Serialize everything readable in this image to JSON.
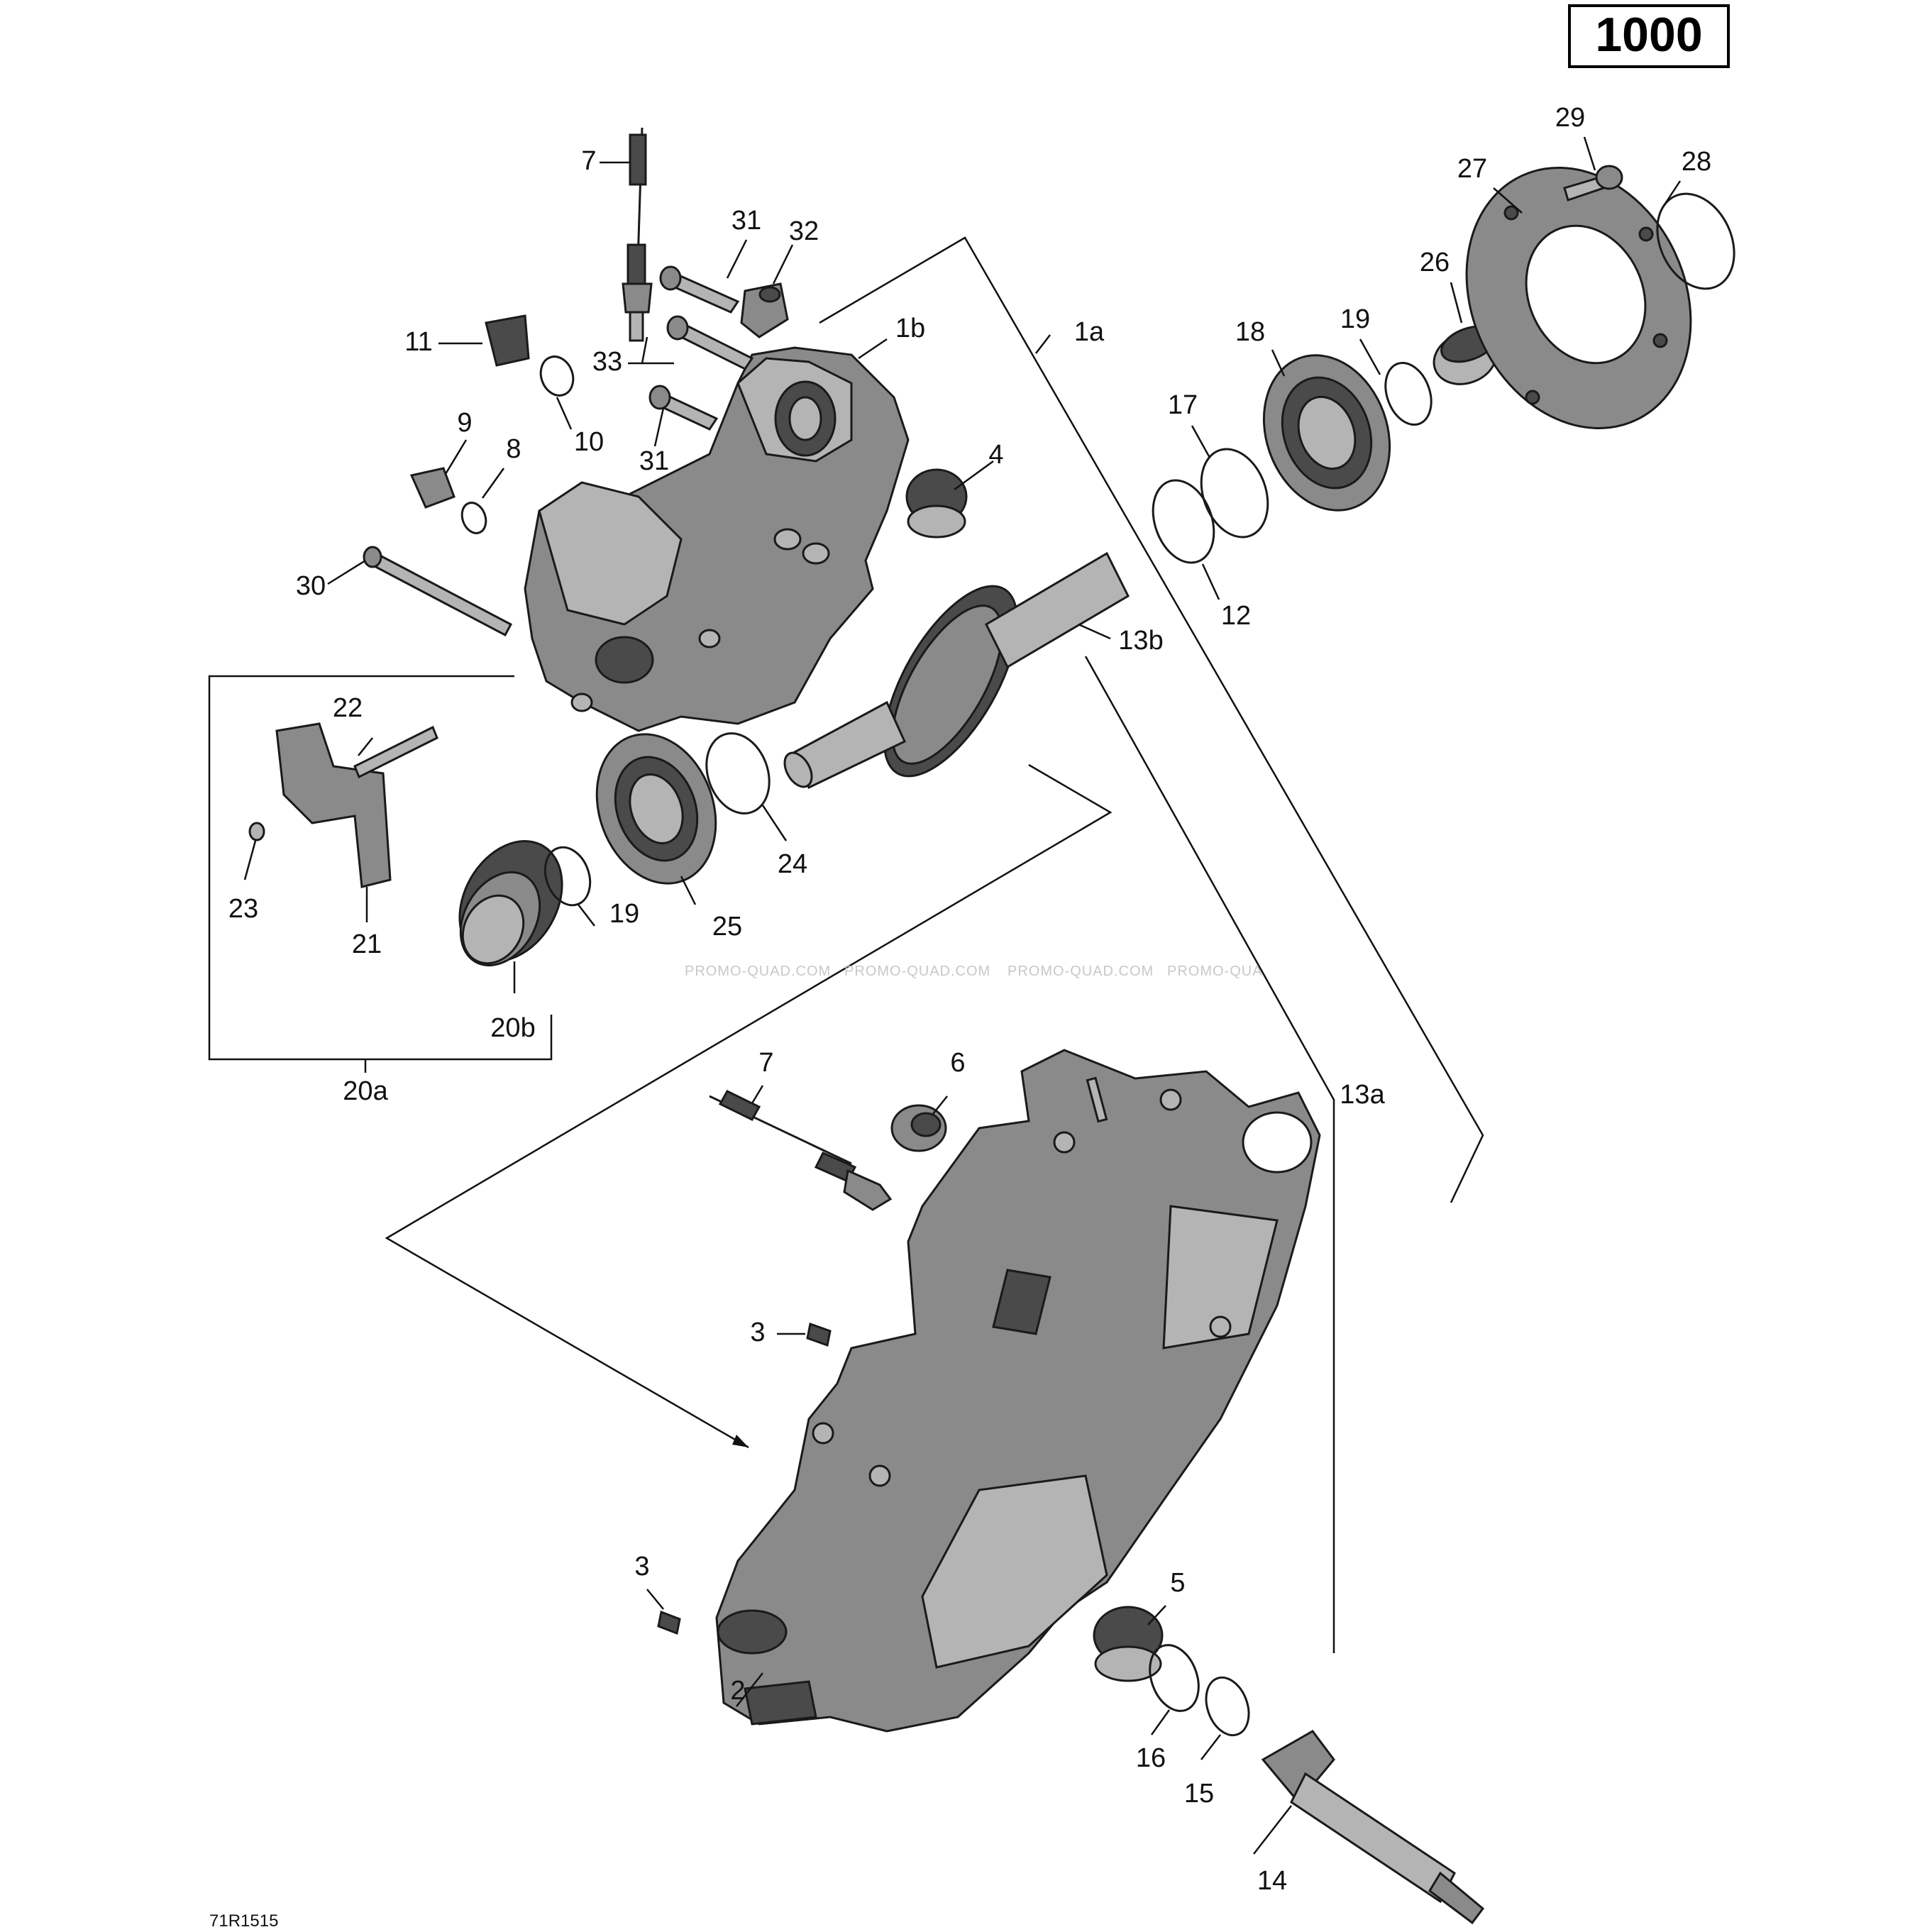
{
  "model_box": "1000",
  "reference_code": "71R1515",
  "watermark": [
    "PROMO-QUAD.COM",
    "PROMO-QUAD.COM",
    "PROMO-QUAD.COM",
    "PROMO-QUA"
  ],
  "labels": {
    "l7a": "7",
    "l31a": "31",
    "l32": "32",
    "l11": "11",
    "l33": "33",
    "l1b": "1b",
    "l1a": "1a",
    "l10": "10",
    "l31b": "31",
    "l9": "9",
    "l8": "8",
    "l4": "4",
    "l30": "30",
    "l13b": "13b",
    "l22": "22",
    "l23": "23",
    "l21": "21",
    "l24": "24",
    "l19a": "19",
    "l25": "25",
    "l20b": "20b",
    "l20a": "20a",
    "l7b": "7",
    "l6": "6",
    "l13a": "13a",
    "l3a": "3",
    "l3b": "3",
    "l5": "5",
    "l2": "2",
    "l16": "16",
    "l15": "15",
    "l14": "14",
    "l29": "29",
    "l27": "27",
    "l28": "28",
    "l26": "26",
    "l18": "18",
    "l19b": "19",
    "l17": "17",
    "l12": "12"
  }
}
